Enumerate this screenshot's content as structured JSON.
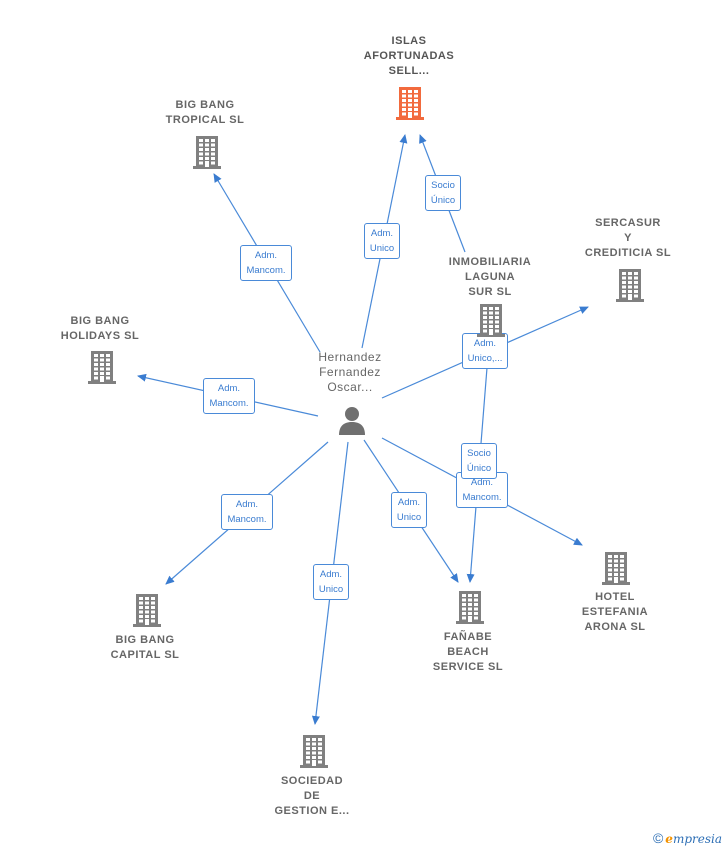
{
  "diagram": {
    "person": {
      "label": "Hernandez\nFernandez\nOscar..."
    },
    "companies": [
      {
        "id": "islas",
        "label": "ISLAS\nAFORTUNADAS\nSELL...",
        "highlight": true
      },
      {
        "id": "bigbang_tropical",
        "label": "BIG BANG\nTROPICAL  SL"
      },
      {
        "id": "sercasur",
        "label": "SERCASUR\nY\nCREDITICIA SL"
      },
      {
        "id": "inmobiliaria",
        "label": "INMOBILIARIA\nLAGUNA\nSUR  SL"
      },
      {
        "id": "bigbang_holidays",
        "label": "BIG BANG\nHOLIDAYS  SL"
      },
      {
        "id": "hotel",
        "label": "HOTEL\nESTEFANIA\nARONA  SL"
      },
      {
        "id": "fanabe",
        "label": "FAÑABE\nBEACH\nSERVICE  SL"
      },
      {
        "id": "bigbang_capital",
        "label": "BIG BANG\nCAPITAL  SL"
      },
      {
        "id": "sociedad",
        "label": "SOCIEDAD\nDE\nGESTION E..."
      }
    ],
    "edges": [
      {
        "from": "person",
        "to": "bigbang_tropical",
        "label": "Adm.\nMancom."
      },
      {
        "from": "person",
        "to": "islas",
        "label": "Adm.\nUnico"
      },
      {
        "from": "inmobiliaria",
        "to": "islas",
        "label": "Socio\nÚnico"
      },
      {
        "from": "person",
        "to": "sercasur",
        "label": "Adm.\nUnico,..."
      },
      {
        "from": "person",
        "to": "bigbang_holidays",
        "label": "Adm.\nMancom."
      },
      {
        "from": "person",
        "to": "hotel",
        "label": "Adm.\nMancom."
      },
      {
        "from": "inmobiliaria",
        "to": "fanabe",
        "label": "Socio\nÚnico"
      },
      {
        "from": "person",
        "to": "fanabe",
        "label": "Adm.\nUnico"
      },
      {
        "from": "person",
        "to": "bigbang_capital",
        "label": "Adm.\nMancom."
      },
      {
        "from": "person",
        "to": "sociedad",
        "label": "Adm.\nUnico"
      }
    ],
    "colors": {
      "edge": "#4a8ad8",
      "building": "#808080",
      "building_highlight": "#f26a3d",
      "person": "#707070"
    }
  },
  "footer": {
    "copyright_symbol": "©",
    "brand_initial": "e",
    "brand_rest": "mpresia"
  }
}
